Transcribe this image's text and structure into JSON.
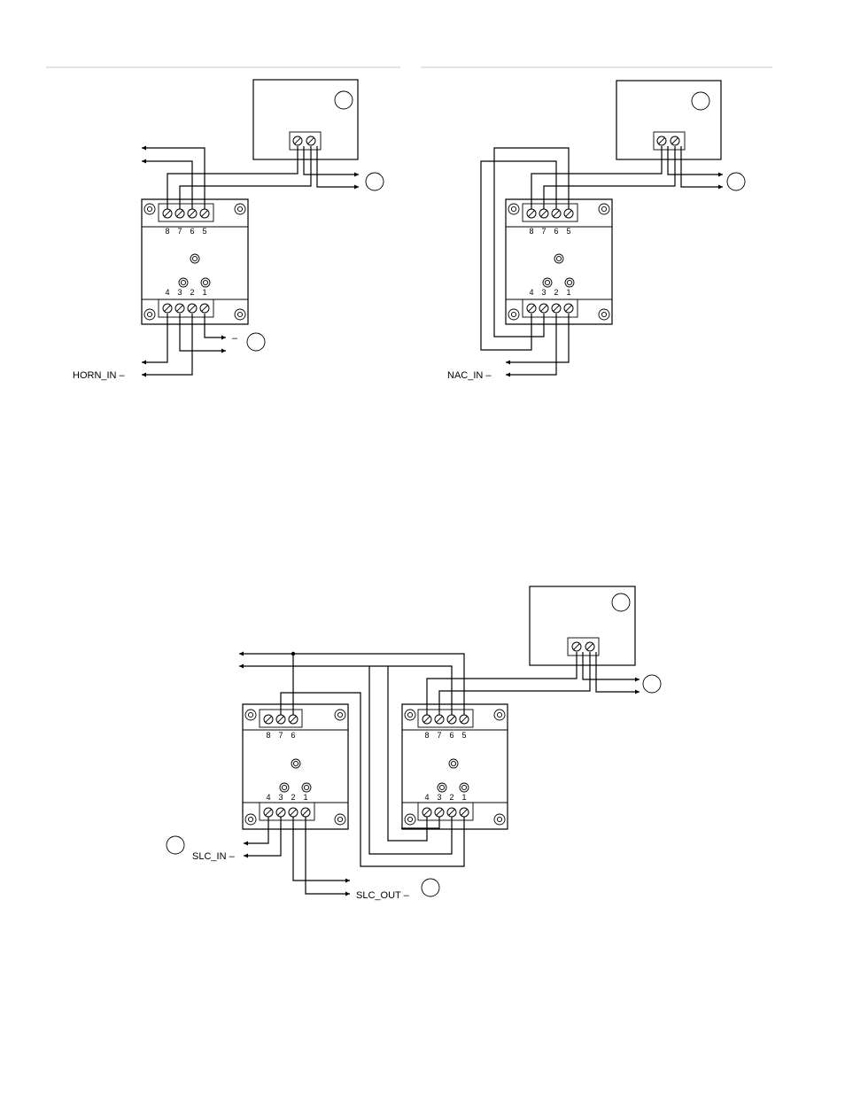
{
  "colors": {
    "ink": "#000000",
    "rule": "#c8c8c8",
    "background": "#ffffff"
  },
  "diagram1": {
    "top_terminals": [
      "8",
      "7",
      "6",
      "5"
    ],
    "bottom_terminals": [
      "4",
      "3",
      "2",
      "1"
    ],
    "minus_mark": "–",
    "input_label": "HORN_IN –"
  },
  "diagram2": {
    "top_terminals": [
      "8",
      "7",
      "6",
      "5"
    ],
    "bottom_terminals": [
      "4",
      "3",
      "2",
      "1"
    ],
    "input_label": "NAC_IN –"
  },
  "diagram3": {
    "left_module": {
      "top_terminals": [
        "8",
        "7",
        "6"
      ],
      "bottom_terminals": [
        "4",
        "3",
        "2",
        "1"
      ]
    },
    "right_module": {
      "top_terminals": [
        "8",
        "7",
        "6",
        "5"
      ],
      "bottom_terminals": [
        "4",
        "3",
        "2",
        "1"
      ]
    },
    "input_label": "SLC_IN –",
    "output_label": "SLC_OUT –"
  }
}
